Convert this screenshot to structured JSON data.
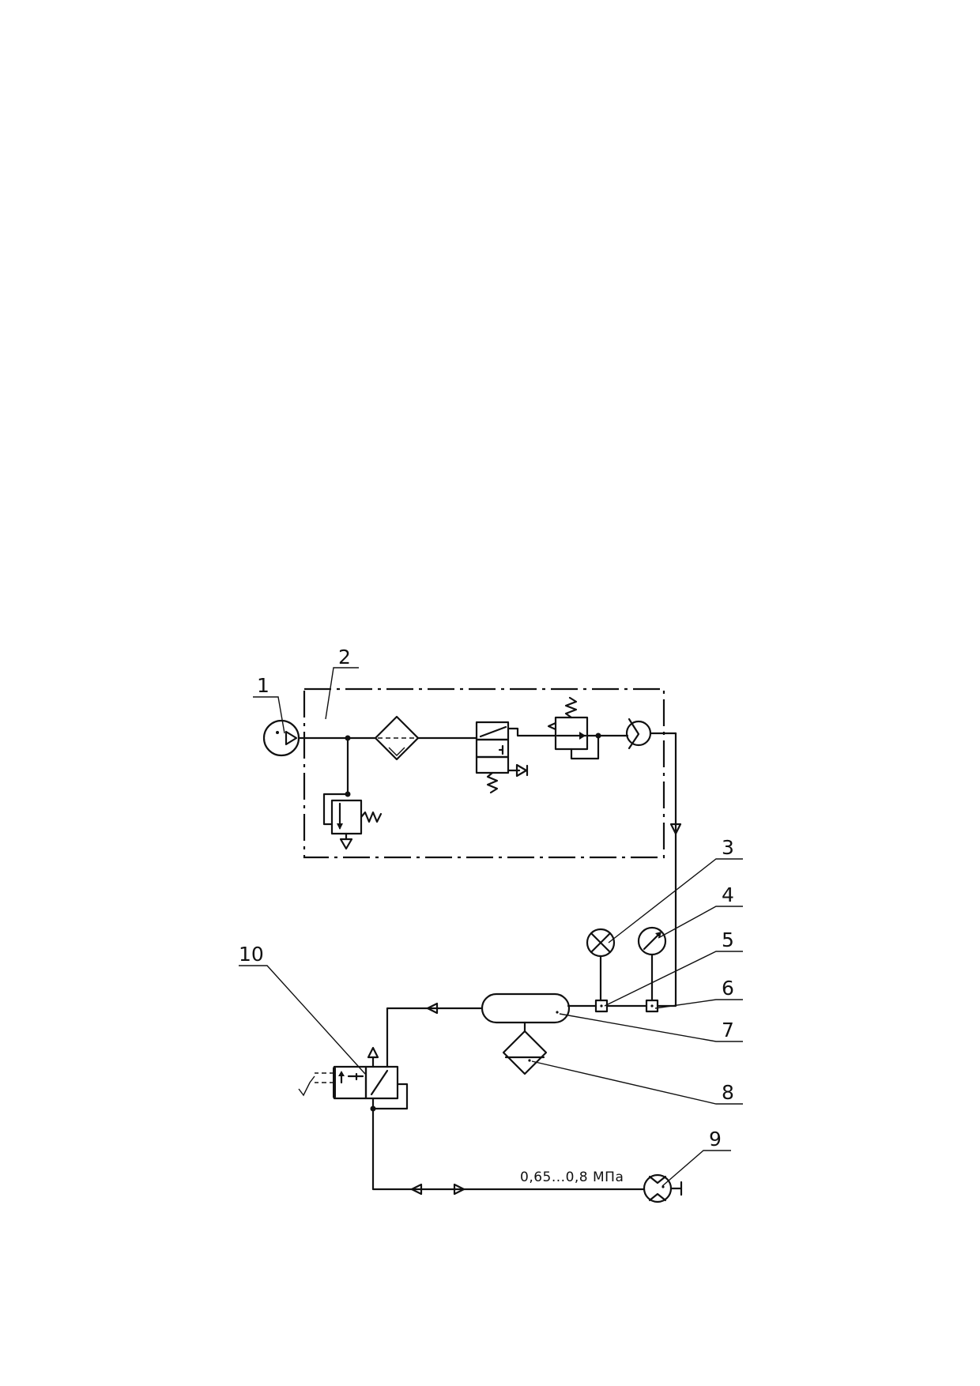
{
  "labels": {
    "l1": "1",
    "l2": "2",
    "l3": "3",
    "l4": "4",
    "l5": "5",
    "l6": "6",
    "l7": "7",
    "l8": "8",
    "l9": "9",
    "l10": "10"
  },
  "pressure_note": "0,65...0,8 МПа"
}
